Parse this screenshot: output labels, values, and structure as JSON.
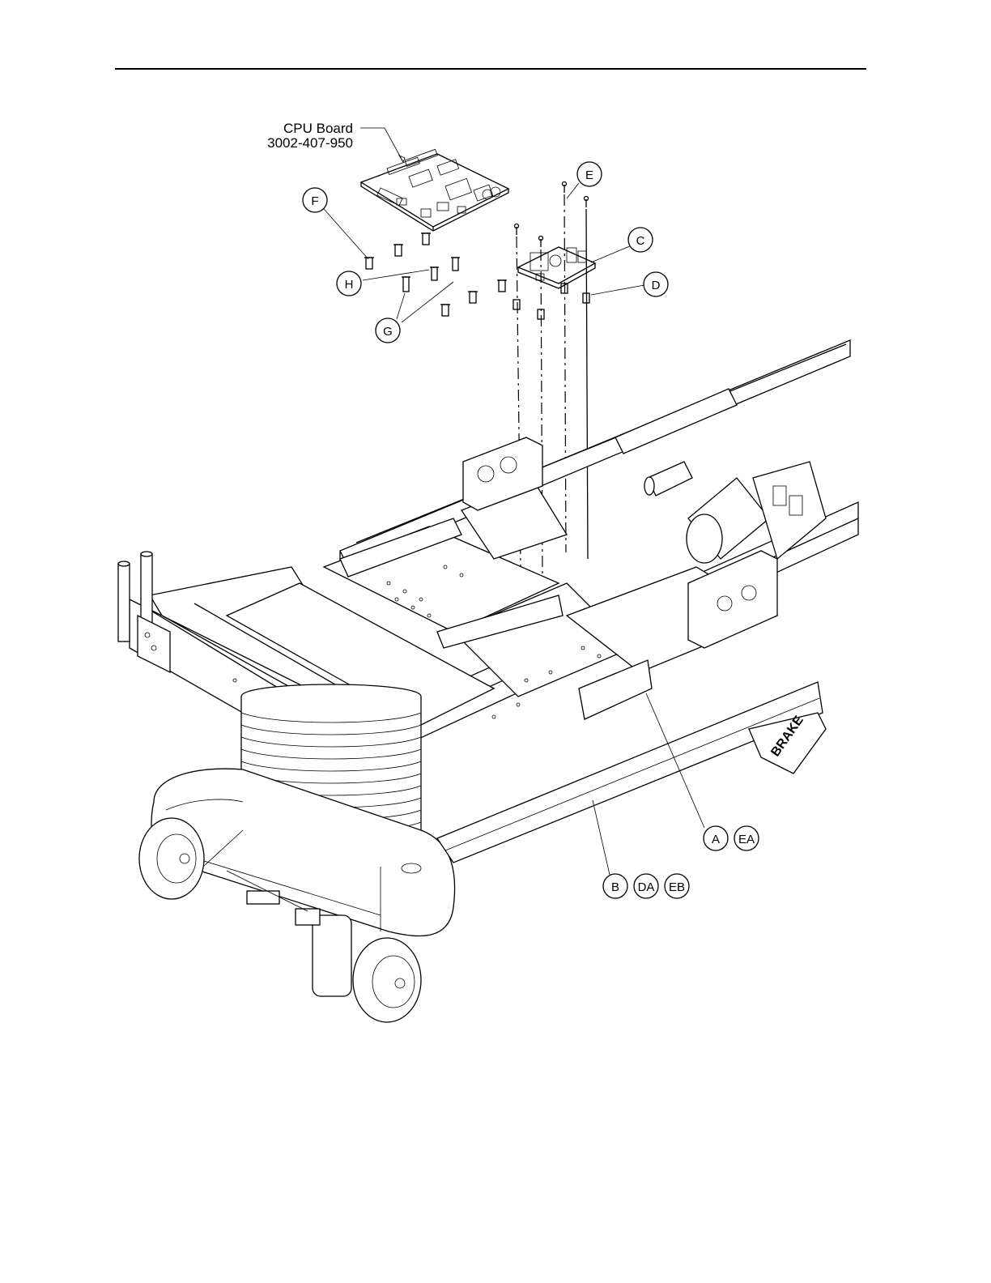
{
  "part_label": {
    "name": "CPU Board",
    "number": "3002-407-950"
  },
  "callouts": {
    "E": "E",
    "F": "F",
    "C": "C",
    "D": "D",
    "H": "H",
    "G": "G",
    "A": "A",
    "EA": "EA",
    "B": "B",
    "DA": "DA",
    "EB": "EB"
  },
  "decal_text": "BRAKE"
}
